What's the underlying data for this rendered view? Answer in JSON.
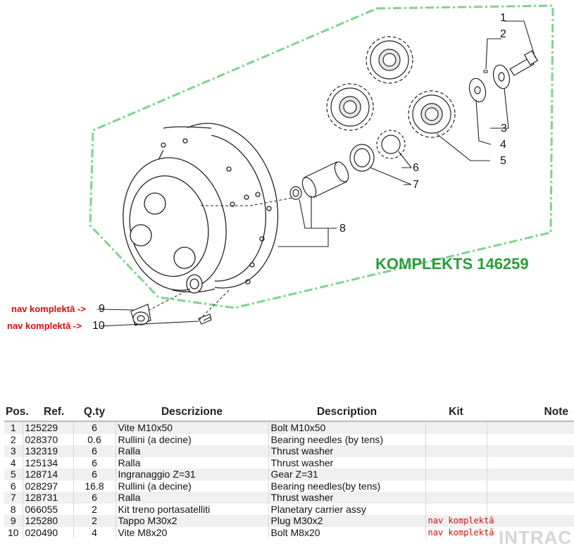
{
  "diagram": {
    "kit_title": "KOMPLEKTS 146259",
    "callouts": [
      "1",
      "2",
      "3",
      "4",
      "5",
      "6",
      "7",
      "8",
      "9",
      "10"
    ],
    "excluded_label": "nav komplektā ->",
    "colors": {
      "kit_outline": "#7fd28f",
      "kit_title": "#2a9d3a",
      "excluded": "#d01010"
    }
  },
  "table": {
    "headers": {
      "pos": "Pos.",
      "ref": "Ref.",
      "qty": "Q.ty",
      "descrizione": "Descrizione",
      "description": "Description",
      "kit": "Kit",
      "note": "Note"
    },
    "rows": [
      {
        "pos": "1",
        "ref": "125229",
        "qty": "6",
        "descrizione": "Vite M10x50",
        "description": "Bolt M10x50",
        "kit": "",
        "note": ""
      },
      {
        "pos": "2",
        "ref": "028370",
        "qty": "0.6",
        "descrizione": "Rullini (a decine)",
        "description": "Bearing needles (by tens)",
        "kit": "",
        "note": ""
      },
      {
        "pos": "3",
        "ref": "132319",
        "qty": "6",
        "descrizione": "Ralla",
        "description": "Thrust washer",
        "kit": "",
        "note": ""
      },
      {
        "pos": "4",
        "ref": "125134",
        "qty": "6",
        "descrizione": "Ralla",
        "description": "Thrust washer",
        "kit": "",
        "note": ""
      },
      {
        "pos": "5",
        "ref": "128714",
        "qty": "6",
        "descrizione": "Ingranaggio Z=31",
        "description": "Gear Z=31",
        "kit": "",
        "note": ""
      },
      {
        "pos": "6",
        "ref": "028297",
        "qty": "16.8",
        "descrizione": "Rullini (a decine)",
        "description": "Bearing needles(by tens)",
        "kit": "",
        "note": ""
      },
      {
        "pos": "7",
        "ref": "128731",
        "qty": "6",
        "descrizione": "Ralla",
        "description": "Thrust washer",
        "kit": "",
        "note": ""
      },
      {
        "pos": "8",
        "ref": "066055",
        "qty": "2",
        "descrizione": "Kit treno portasatelliti",
        "description": "Planetary carrier assy",
        "kit": "",
        "note": ""
      },
      {
        "pos": "9",
        "ref": "125280",
        "qty": "2",
        "descrizione": "Tappo M30x2",
        "description": "Plug M30x2",
        "kit": "nav komplektā",
        "note": ""
      },
      {
        "pos": "10",
        "ref": "020490",
        "qty": "4",
        "descrizione": "Vite M8x20",
        "description": "Bolt M8x20",
        "kit": "nav komplektā",
        "note": ""
      }
    ]
  },
  "watermark": "INTRAC"
}
